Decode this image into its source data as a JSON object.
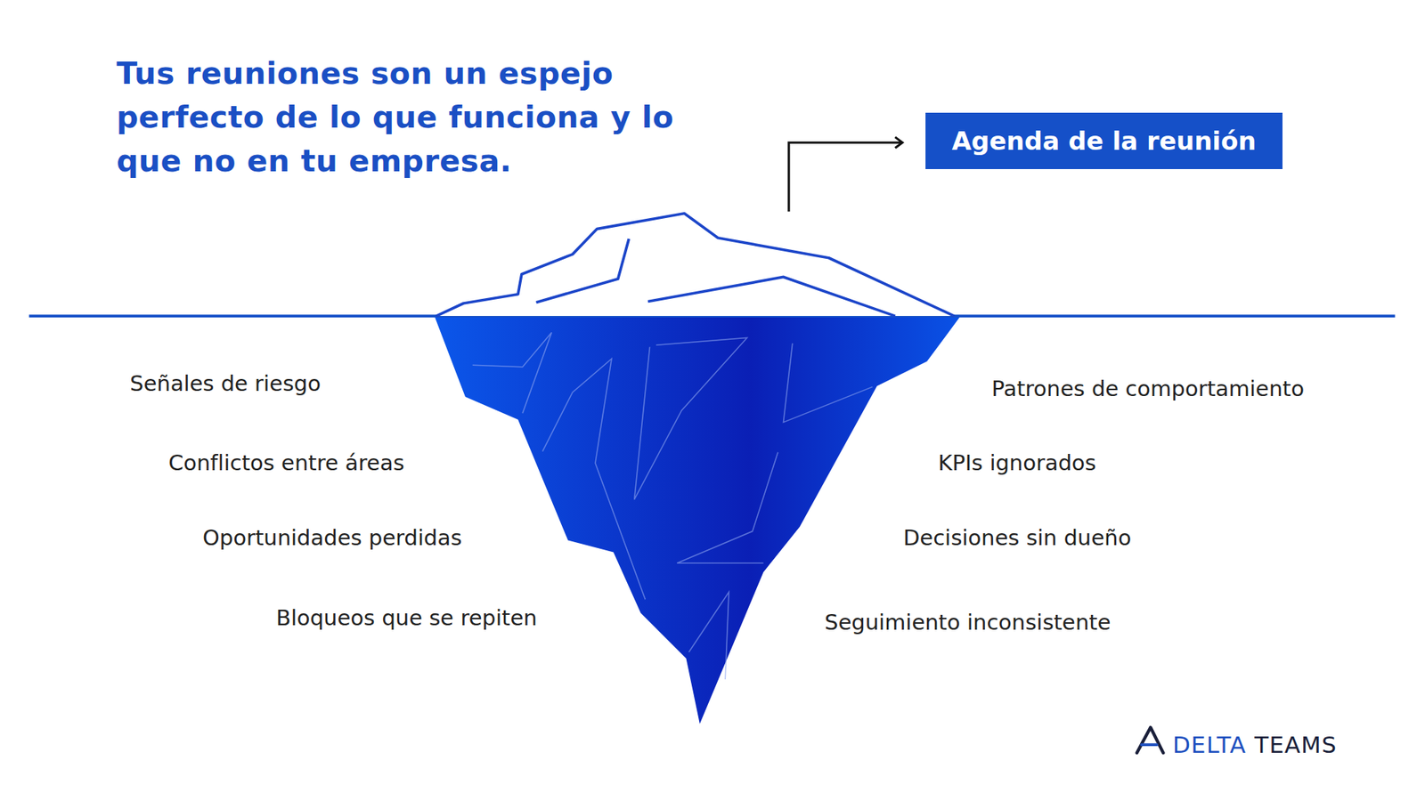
{
  "diagram": {
    "title": "Tus reuniones son un espejo perfecto de lo que funciona y lo que no en tu empresa.",
    "nodes": [
      {
        "text": [
          "Agenda de la reunión"
        ]
      }
    ],
    "labels": [
      "Señales de riesgo",
      "Conflictos entre áreas",
      "Oportunidades perdidas",
      "Bloqueos que se repiten",
      "Patrones de comportamiento",
      "KPIs ignorados",
      "Decisiones sin dueño",
      "Seguimiento inconsistente",
      "DELTA",
      "TEAMS"
    ]
  }
}
